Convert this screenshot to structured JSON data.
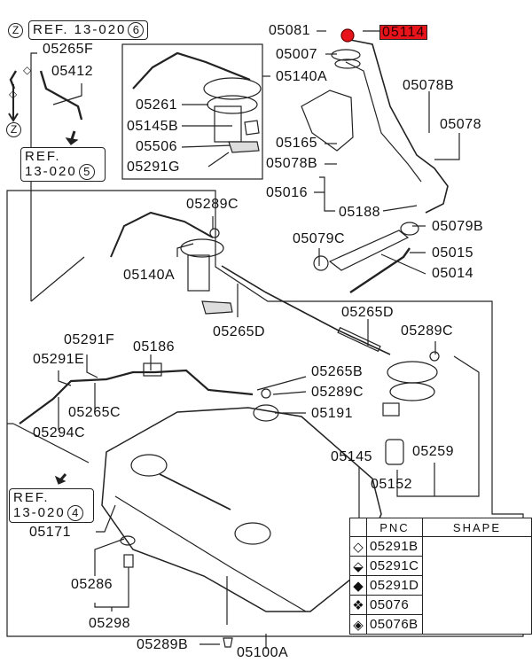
{
  "diagram": {
    "title": "Fuel tank parts diagram",
    "highlight_color": "#e8141b",
    "refs": [
      {
        "id": "ref-6",
        "text": "REF. 13-020",
        "circle": "6",
        "zone": "Z"
      },
      {
        "id": "ref-5",
        "line1": "REF.",
        "line2": "13-020",
        "circle": "5"
      },
      {
        "id": "ref-4",
        "line1": "REF.",
        "line2": "13-020",
        "circle": "4"
      }
    ],
    "zone_mark": "Z",
    "labels": {
      "p05265F": "05265F",
      "p05412": "05412",
      "p05261": "05261",
      "p05145B": "05145B",
      "p05506": "05506",
      "p05291G": "05291G",
      "p05140A_top": "05140A",
      "p05081": "05081",
      "p05114": "05114",
      "p05007": "05007",
      "p05078B_top": "05078B",
      "p05078": "05078",
      "p05165": "05165",
      "p05078B_low": "05078B",
      "p05016": "05016",
      "p05188": "05188",
      "p05079B": "05079B",
      "p05079C": "05079C",
      "p05015": "05015",
      "p05014": "05014",
      "p05289C_a": "05289C",
      "p05140A_mid": "05140A",
      "p05265D_a": "05265D",
      "p05265D_b": "05265D",
      "p05289C_b": "05289C",
      "p05291F": "05291F",
      "p05186": "05186",
      "p05291E": "05291E",
      "p05265C": "05265C",
      "p05294C": "05294C",
      "p05265B": "05265B",
      "p05289C_c": "05289C",
      "p05191": "05191",
      "p05145": "05145",
      "p05259": "05259",
      "p05152": "05152",
      "p05171": "05171",
      "p05286": "05286",
      "p05298": "05298",
      "p05289B": "05289B",
      "p05100A": "05100A"
    },
    "highlighted_part": "05114",
    "legend": {
      "headers": {
        "symbol": "",
        "pnc": "PNC",
        "shape": "SHAPE"
      },
      "rows": [
        {
          "symbol": "diamond-outline",
          "glyph": "◇",
          "pnc": "05291B"
        },
        {
          "symbol": "diamond-half-filled",
          "glyph": "⬙",
          "pnc": "05291C"
        },
        {
          "symbol": "diamond-filled",
          "glyph": "◆",
          "pnc": "05291D"
        },
        {
          "symbol": "diamond-crosshatch",
          "glyph": "❖",
          "pnc": "05076"
        },
        {
          "symbol": "diamond-dotted-filled",
          "glyph": "◈",
          "pnc": "05076B"
        }
      ],
      "shape_icon": "hose-clamp-icon"
    }
  }
}
